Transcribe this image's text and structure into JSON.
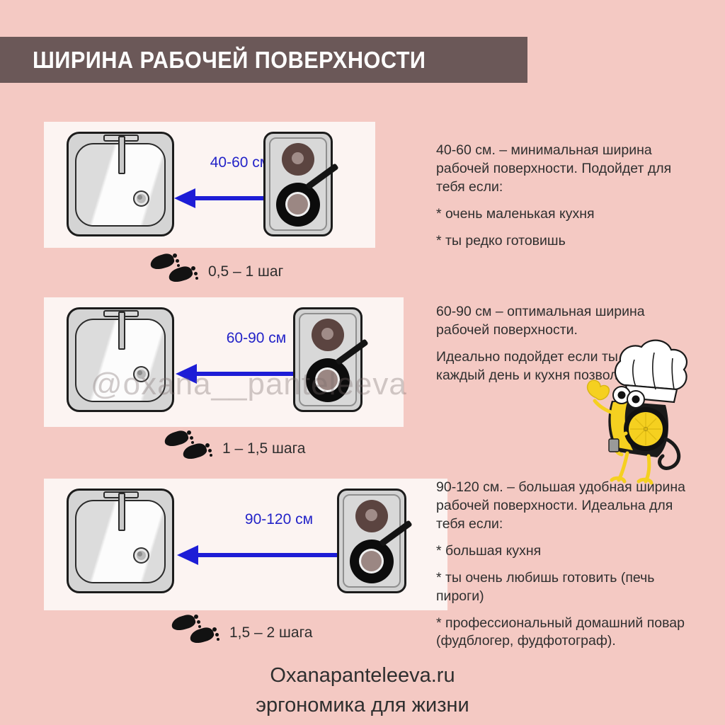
{
  "page": {
    "background_color": "#f4c9c3",
    "panel_color": "#fcf4f2",
    "accent_blue": "#1d1dd6",
    "banner_color": "#6b5858"
  },
  "header": {
    "title": "ШИРИНА РАБОЧЕЙ ПОВЕРХНОСТИ"
  },
  "watermark": {
    "text": "@oxana__panteleeva"
  },
  "rows": [
    {
      "measure_label": "40-60 см",
      "steps_label": "0,5 – 1 шаг",
      "icons": {
        "sink": "sink-icon",
        "stove": "stove-icon",
        "arrow": "double-arrow-icon",
        "steps": "footprints-icon"
      }
    },
    {
      "measure_label": "60-90 см",
      "steps_label": "1 – 1,5 шага",
      "icons": {
        "sink": "sink-icon",
        "stove": "stove-icon",
        "arrow": "double-arrow-icon",
        "steps": "footprints-icon"
      }
    },
    {
      "measure_label": "90-120 см",
      "steps_label": "1,5 – 2 шага",
      "icons": {
        "sink": "sink-icon",
        "stove": "stove-icon",
        "arrow": "double-arrow-icon",
        "steps": "footprints-icon"
      }
    }
  ],
  "texts": {
    "block1": {
      "intro": "40-60 см. – минимальная ширина рабочей поверхности. Подойдет для тебя если:",
      "bullet1": "* очень маленькая кухня",
      "bullet2": "* ты редко готовишь"
    },
    "block2": {
      "line1": "60-90 см – оптимальная ширина рабочей поверхности.",
      "line2": "Идеально подойдет если ты готовишь каждый день и кухня позволяет."
    },
    "block3": {
      "intro": "90-120 см. – большая удобная ширина рабочей поверхности. Идеальна для тебя если:",
      "bullet1": "* большая кухня",
      "bullet2": "* ты очень любишь готовить (печь пироги)",
      "bullet3": "* профессиональный домашний повар (фудблогер, фудфотограф)."
    }
  },
  "mascot": {
    "name": "bee-chef-mascot"
  },
  "footer": {
    "site": "Oxanapanteleeva.ru",
    "tagline": "эргономика для жизни"
  }
}
